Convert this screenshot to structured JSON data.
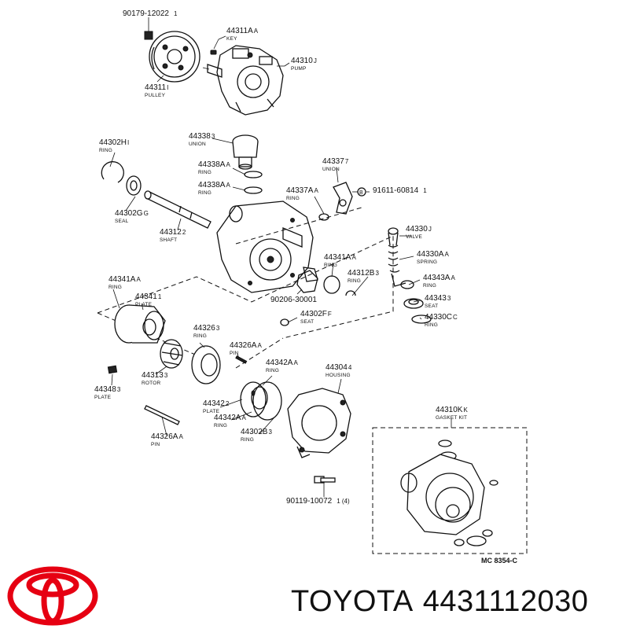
{
  "diagram": {
    "callouts": [
      {
        "id": "bolt-top",
        "pn": "90179-12022",
        "qty": "1",
        "name": ""
      },
      {
        "id": "key",
        "pn": "44311A",
        "suffix": "A",
        "name": "KEY"
      },
      {
        "id": "pump",
        "pn": "44310",
        "suffix": "J",
        "name": "PUMP"
      },
      {
        "id": "pulley",
        "pn": "44311",
        "suffix": "I",
        "name": "PULLEY"
      },
      {
        "id": "ring-h",
        "pn": "44302H",
        "suffix": "I",
        "name": "RING"
      },
      {
        "id": "union",
        "pn": "44338",
        "suffix": "3",
        "name": "UNION"
      },
      {
        "id": "ring-338a-1",
        "pn": "44338A",
        "suffix": "A",
        "name": "RING"
      },
      {
        "id": "ring-338a-2",
        "pn": "44338A",
        "suffix": "A",
        "name": "RING"
      },
      {
        "id": "union-7",
        "pn": "44337",
        "suffix": "7",
        "name": "UNION"
      },
      {
        "id": "ring-337a",
        "pn": "44337A",
        "suffix": "A",
        "name": "RING"
      },
      {
        "id": "bolt-91611",
        "pn": "91611-60814",
        "qty": "1",
        "name": ""
      },
      {
        "id": "seal",
        "pn": "44302G",
        "suffix": "G",
        "name": "SEAL"
      },
      {
        "id": "shaft",
        "pn": "44312",
        "suffix": "2",
        "name": "SHAFT"
      },
      {
        "id": "valve",
        "pn": "44330",
        "suffix": "J",
        "name": "VALVE"
      },
      {
        "id": "spring",
        "pn": "44330A",
        "suffix": "A",
        "name": "SPRING"
      },
      {
        "id": "ring-341a-r",
        "pn": "44341A",
        "suffix": "A",
        "name": "RING"
      },
      {
        "id": "ring-312b",
        "pn": "44312B",
        "suffix": "3",
        "name": "RING"
      },
      {
        "id": "ring-343a",
        "pn": "44343A",
        "suffix": "A",
        "name": "RING"
      },
      {
        "id": "seat-343",
        "pn": "44343",
        "suffix": "3",
        "name": "SEAT"
      },
      {
        "id": "ring-330c",
        "pn": "44330C",
        "suffix": "C",
        "name": "RING"
      },
      {
        "id": "part-90206",
        "pn": "90206-30001",
        "qty": "",
        "name": ""
      },
      {
        "id": "seat-302f",
        "pn": "44302F",
        "suffix": "F",
        "name": "SEAT"
      },
      {
        "id": "ring-341a-l",
        "pn": "44341A",
        "suffix": "A",
        "name": "RING"
      },
      {
        "id": "plate-341",
        "pn": "44341",
        "suffix": "1",
        "name": "PLATE"
      },
      {
        "id": "ring-326",
        "pn": "44326",
        "suffix": "3",
        "name": "RING"
      },
      {
        "id": "pin-326a",
        "pn": "44326A",
        "suffix": "A",
        "name": "PIN"
      },
      {
        "id": "ring-342a",
        "pn": "44342A",
        "suffix": "A",
        "name": "RING"
      },
      {
        "id": "housing",
        "pn": "44304",
        "suffix": "4",
        "name": "HOUSING"
      },
      {
        "id": "rotor",
        "pn": "44313",
        "suffix": "3",
        "name": "ROTOR"
      },
      {
        "id": "plate-348",
        "pn": "44348",
        "suffix": "3",
        "name": "PLATE"
      },
      {
        "id": "plate-342",
        "pn": "44342",
        "suffix": "2",
        "name": "PLATE"
      },
      {
        "id": "ring-342a-b",
        "pn": "44342A",
        "suffix": "A",
        "name": "RING"
      },
      {
        "id": "ring-302b",
        "pn": "44302B",
        "suffix": "3",
        "name": "RING"
      },
      {
        "id": "pin-326a-b",
        "pn": "44326A",
        "suffix": "A",
        "name": "PIN"
      },
      {
        "id": "gasket-kit",
        "pn": "44310K",
        "suffix": "K",
        "name": "GASKET KIT"
      },
      {
        "id": "bolt-90119",
        "pn": "90119-10072",
        "qty": "1 (4)",
        "name": ""
      }
    ],
    "figure_code": "MC 8354-C"
  },
  "brand": {
    "name": "TOYOTA",
    "part_number": "4431112030",
    "logo_color": "#e60012"
  }
}
